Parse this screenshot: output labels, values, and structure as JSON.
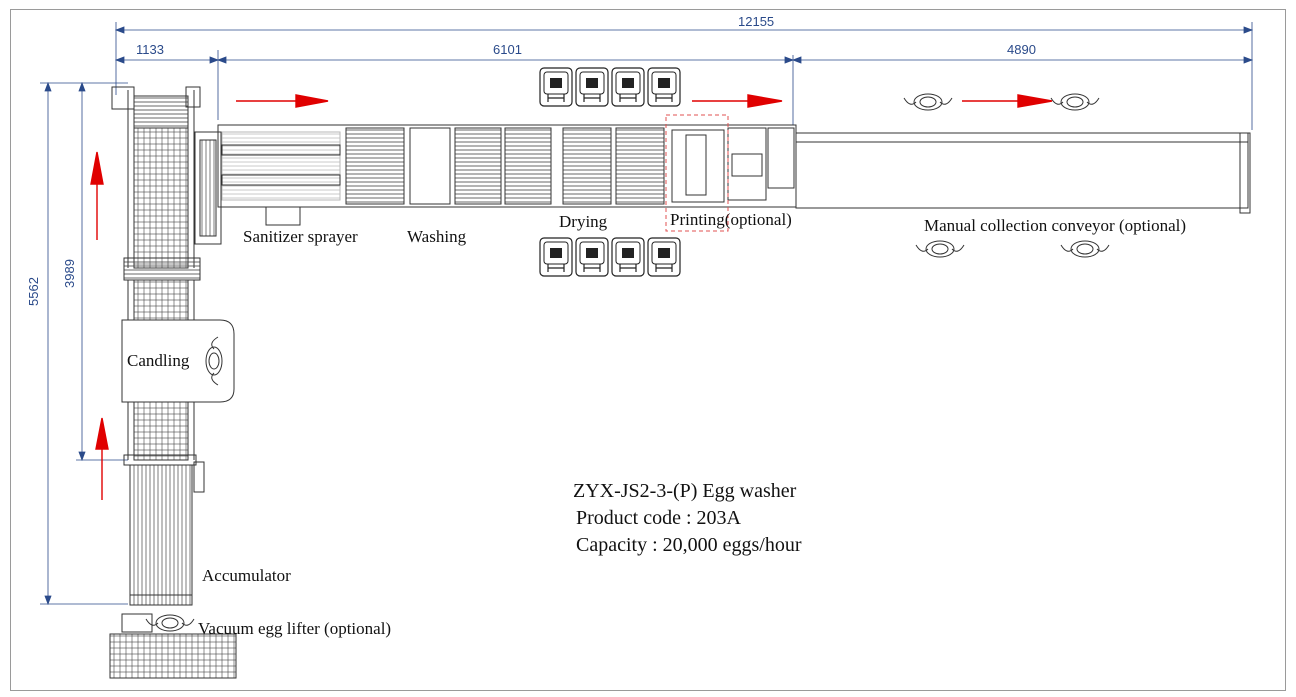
{
  "dimensions": {
    "total_width": "12155",
    "segment_1": "1133",
    "segment_2": "6101",
    "segment_3": "4890",
    "height_total": "5562",
    "height_partial": "3989"
  },
  "stations": {
    "sanitizer": "Sanitizer sprayer",
    "washing": "Washing",
    "drying": "Drying",
    "printing": "Printing(optional)",
    "collection": "Manual collection conveyor (optional)",
    "candling": "Candling",
    "accumulator": "Accumulator",
    "vacuum_lifter": "Vacuum egg lifter (optional)"
  },
  "product": {
    "name": "ZYX-JS2-3-(P) Egg washer",
    "code": "Product code : 203A",
    "capacity": "Capacity : 20,000 eggs/hour"
  },
  "colors": {
    "line": "#333333",
    "dimension": "#2a4a8a",
    "arrow": "#e00000",
    "printing_box": "#e05050"
  }
}
